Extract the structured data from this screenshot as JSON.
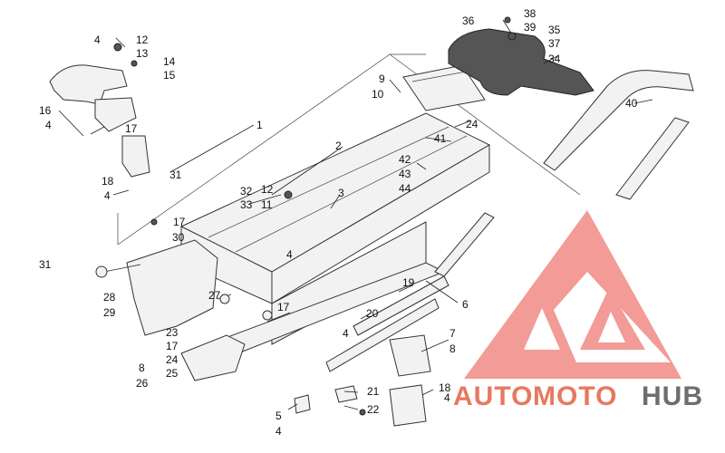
{
  "diagram": {
    "callouts": [
      {
        "id": "1",
        "text": "1"
      },
      {
        "id": "2",
        "text": "2"
      },
      {
        "id": "3",
        "text": "3"
      },
      {
        "id": "4a",
        "text": "4"
      },
      {
        "id": "4b",
        "text": "4"
      },
      {
        "id": "4c",
        "text": "4"
      },
      {
        "id": "4d",
        "text": "4"
      },
      {
        "id": "4e",
        "text": "4"
      },
      {
        "id": "4f",
        "text": "4"
      },
      {
        "id": "4g",
        "text": "4"
      },
      {
        "id": "5",
        "text": "5"
      },
      {
        "id": "6",
        "text": "6"
      },
      {
        "id": "7",
        "text": "7"
      },
      {
        "id": "8a",
        "text": "8"
      },
      {
        "id": "8b",
        "text": "8"
      },
      {
        "id": "9",
        "text": "9"
      },
      {
        "id": "10",
        "text": "10"
      },
      {
        "id": "11",
        "text": "11"
      },
      {
        "id": "12a",
        "text": "12"
      },
      {
        "id": "12b",
        "text": "12"
      },
      {
        "id": "13",
        "text": "13"
      },
      {
        "id": "14",
        "text": "14"
      },
      {
        "id": "15",
        "text": "15"
      },
      {
        "id": "16",
        "text": "16"
      },
      {
        "id": "17a",
        "text": "17"
      },
      {
        "id": "17b",
        "text": "17"
      },
      {
        "id": "17c",
        "text": "17"
      },
      {
        "id": "17d",
        "text": "17"
      },
      {
        "id": "18a",
        "text": "18"
      },
      {
        "id": "18b",
        "text": "18"
      },
      {
        "id": "19",
        "text": "19"
      },
      {
        "id": "20",
        "text": "20"
      },
      {
        "id": "21",
        "text": "21"
      },
      {
        "id": "22",
        "text": "22"
      },
      {
        "id": "23",
        "text": "23"
      },
      {
        "id": "24a",
        "text": "24"
      },
      {
        "id": "24b",
        "text": "24"
      },
      {
        "id": "25",
        "text": "25"
      },
      {
        "id": "26",
        "text": "26"
      },
      {
        "id": "27",
        "text": "27"
      },
      {
        "id": "28",
        "text": "28"
      },
      {
        "id": "29",
        "text": "29"
      },
      {
        "id": "30",
        "text": "30"
      },
      {
        "id": "31a",
        "text": "31"
      },
      {
        "id": "31b",
        "text": "31"
      },
      {
        "id": "32",
        "text": "32"
      },
      {
        "id": "33",
        "text": "33"
      },
      {
        "id": "34",
        "text": "34"
      },
      {
        "id": "35",
        "text": "35"
      },
      {
        "id": "36",
        "text": "36"
      },
      {
        "id": "37",
        "text": "37"
      },
      {
        "id": "38",
        "text": "38"
      },
      {
        "id": "39",
        "text": "39"
      },
      {
        "id": "40",
        "text": "40"
      },
      {
        "id": "41",
        "text": "41"
      },
      {
        "id": "42",
        "text": "42"
      },
      {
        "id": "43",
        "text": "43"
      },
      {
        "id": "44",
        "text": "44"
      }
    ]
  },
  "watermark": {
    "word_auto": "AUTO",
    "word_moto": "MOTO",
    "word_hub": "HUB",
    "color_auto": "#e8785f",
    "color_moto": "#e8785f",
    "color_hub": "#6d6d6d",
    "color_logo": "#f08a85"
  }
}
